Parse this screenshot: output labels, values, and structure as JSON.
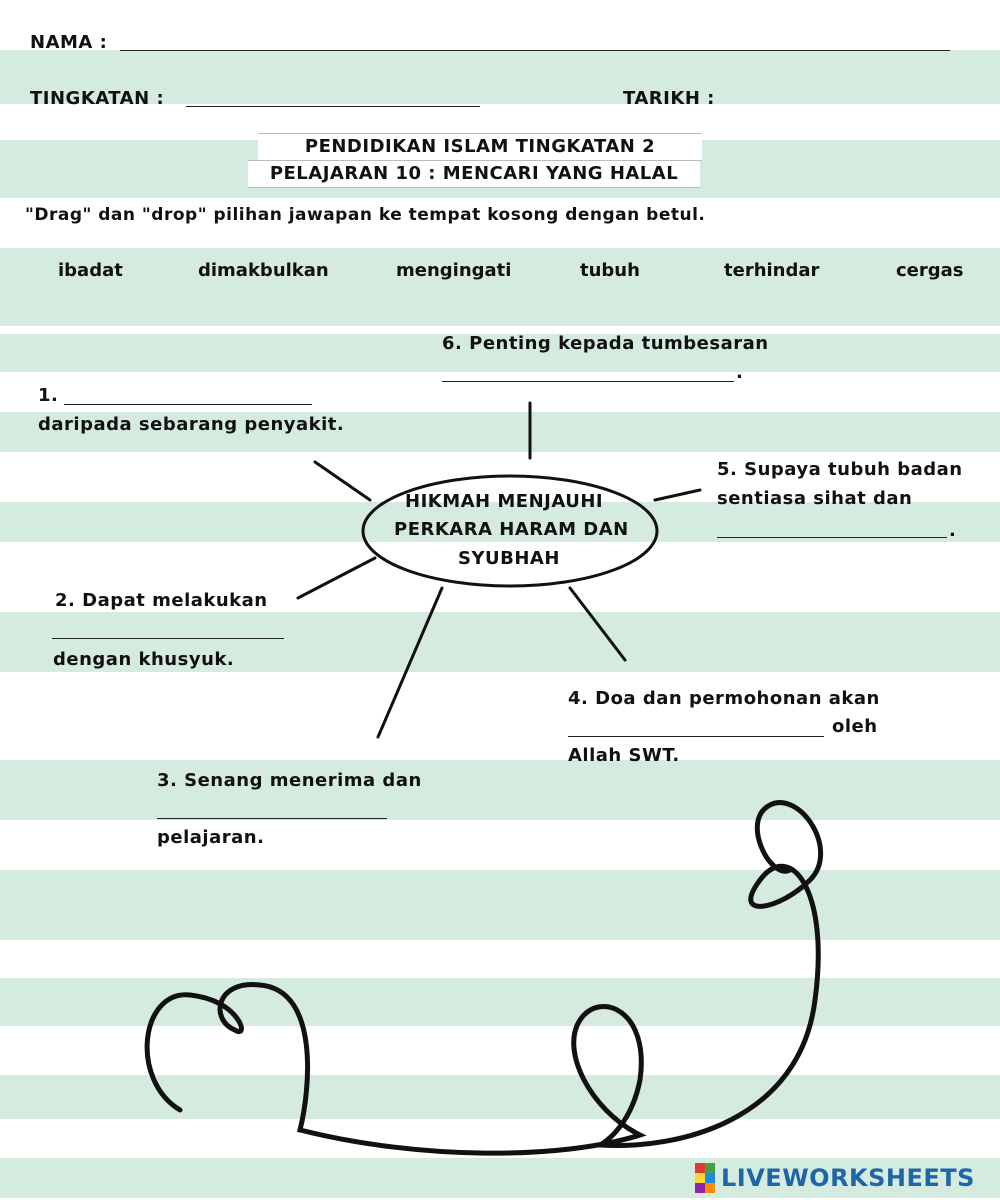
{
  "header": {
    "nama_label": "NAMA :",
    "tingkatan_label": "TINGKATAN :",
    "tarikh_label": "TARIKH :"
  },
  "title": {
    "line1": "PENDIDIKAN ISLAM TINGKATAN 2",
    "line2": "PELAJARAN 10 : MENCARI YANG HALAL"
  },
  "instruction": "\"Drag\" dan \"drop\" pilihan jawapan ke tempat kosong dengan betul.",
  "word_bank": [
    "ibadat",
    "dimakbulkan",
    "mengingati",
    "tubuh",
    "terhindar",
    "cergas"
  ],
  "center": {
    "line1": "HIKMAH MENJAUHI",
    "line2": "PERKARA HARAM DAN",
    "line3": "SYUBHAH"
  },
  "items": {
    "q1_num": "1.",
    "q1_after": "daripada sebarang penyakit.",
    "q2_before": "2. Dapat melakukan",
    "q2_after": "dengan khusyuk.",
    "q3_before": "3. Senang menerima dan",
    "q3_after": "pelajaran.",
    "q4_before": "4. Doa dan permohonan akan",
    "q4_oleh": "oleh",
    "q4_after": "Allah SWT.",
    "q5_line1": "5. Supaya tubuh badan",
    "q5_line2": "sentiasa sihat dan",
    "q5_end": ".",
    "q6_before": "6. Penting kepada tumbesaran",
    "q6_end": "."
  },
  "colors": {
    "stripe": "#d6ebe0",
    "logo_blue": "#1f66a8"
  },
  "logo": "LIVEWORKSHEETS"
}
